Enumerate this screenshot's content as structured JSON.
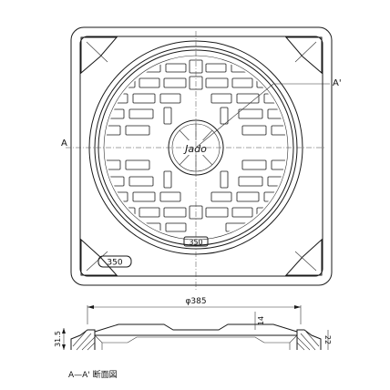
{
  "labels": {
    "section_mark_left": "A",
    "section_mark_right": "A'",
    "logo_text": "Jado",
    "badge_small": "350",
    "badge_large": "350",
    "dim_diameter": "φ385",
    "dim_height": "31.5",
    "dim_right": "22",
    "dim_step": "14",
    "caption": "A—A' 断面図"
  },
  "colors": {
    "line": "#1a1a1a",
    "background": "#ffffff"
  }
}
